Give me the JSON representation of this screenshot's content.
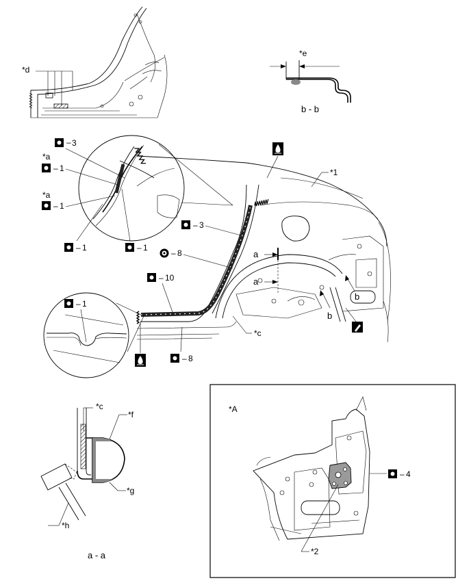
{
  "labels": {
    "d": "*d",
    "e": "*e",
    "bb_section": "b - b",
    "aa_section": "a - a",
    "star1": "*1",
    "star2": "*2",
    "starA": "*A",
    "a1": "*a",
    "a2": "*a",
    "c_main": "*c",
    "c_aa": "*c",
    "f": "*f",
    "g": "*g",
    "h": "*h",
    "a_arrow_top": "a",
    "a_arrow_mid": "a",
    "b_arrow_r": "b",
    "b_arrow_low": "b"
  },
  "callouts": {
    "n3_zoom": "3",
    "n1_a": "1",
    "n1_b": "1",
    "n1_c": "1",
    "n1_d": "1",
    "n3_main": "3",
    "n8_top": "8",
    "n10": "10",
    "n8_bot": "8",
    "n1_lower": "1",
    "n4": "4"
  },
  "symbols": {
    "square_weld": "spot-weld-icon",
    "circle_weld": "circle-weld-icon",
    "sealer": "sealer-icon",
    "brazing": "brush-icon"
  }
}
